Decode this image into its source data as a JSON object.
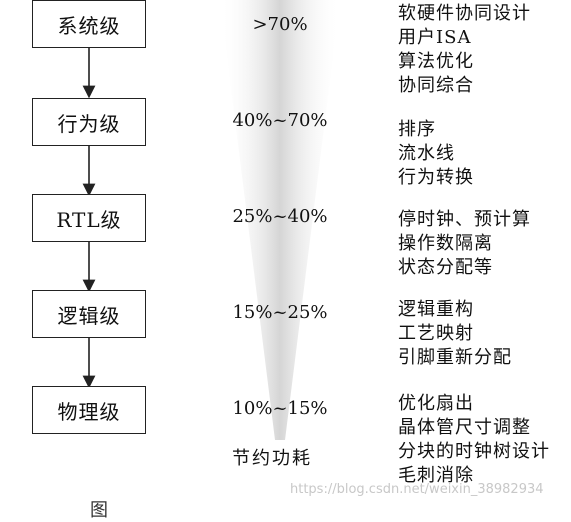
{
  "levels": [
    {
      "label": "系统级",
      "saving": ">70%",
      "techniques": [
        "软硬件协同设计",
        "用户ISA",
        "算法优化",
        "协同综合"
      ]
    },
    {
      "label": "行为级",
      "saving": "40%~70%",
      "techniques": [
        "排序",
        "流水线",
        "行为转换"
      ]
    },
    {
      "label": "RTL级",
      "saving": "25%~40%",
      "techniques": [
        "停时钟、预计算",
        "操作数隔离",
        "状态分配等"
      ]
    },
    {
      "label": "逻辑级",
      "saving": "15%~25%",
      "techniques": [
        "逻辑重构",
        "工艺映射",
        "引脚重新分配"
      ]
    },
    {
      "label": "物理级",
      "saving": "10%~15%",
      "techniques": [
        "优化扇出",
        "晶体管尺寸调整",
        "分块的时钟树设计",
        "毛刺消除"
      ]
    }
  ],
  "saving_label": "节约功耗",
  "watermark": "https://blog.csdn.net/weixin_38982934",
  "caption": "图",
  "colors": {
    "box_border": "#222222",
    "funnel_fill": "#d9d9d9",
    "text": "#111111"
  }
}
